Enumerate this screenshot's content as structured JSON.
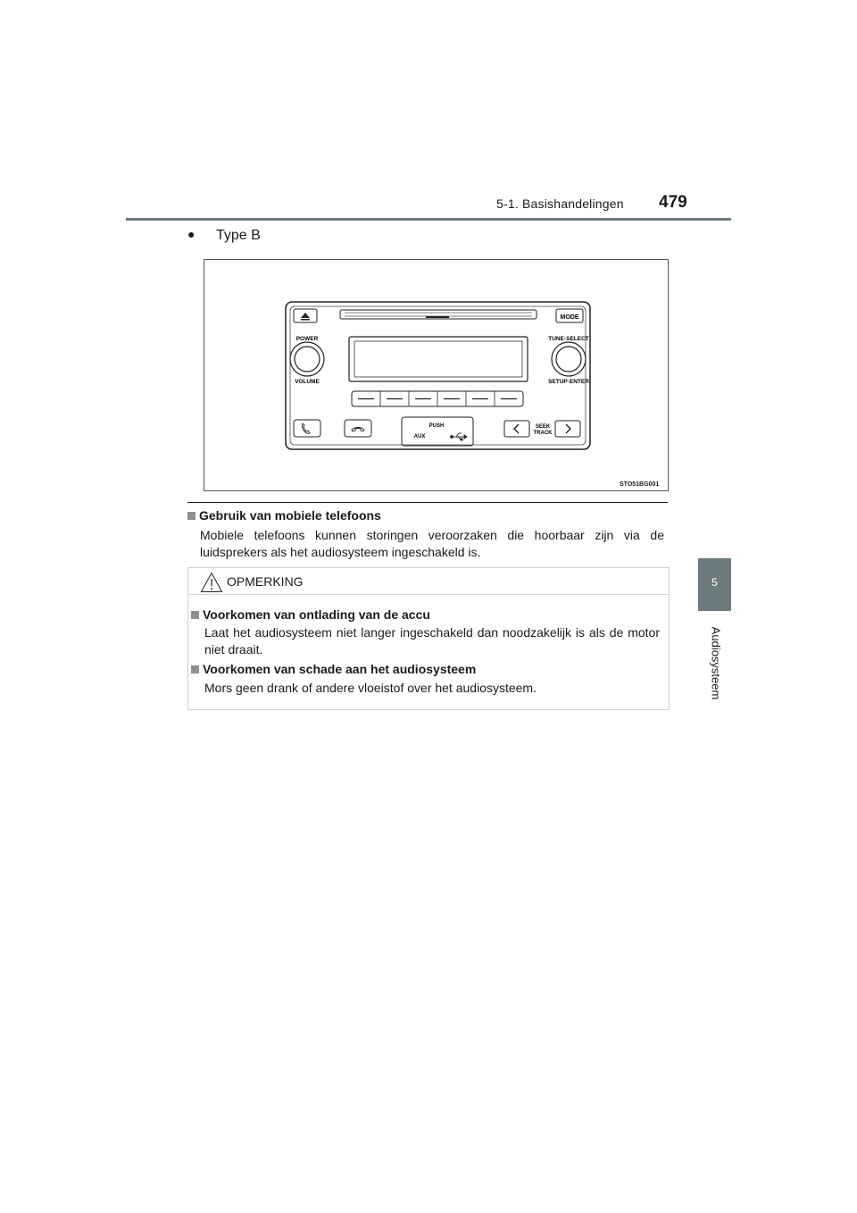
{
  "header": {
    "section_title": "5-1. Basishandelingen",
    "page_number": "479"
  },
  "side_tab": {
    "chapter_number": "5",
    "chapter_title": "Audiosysteem"
  },
  "type_block": {
    "bullet": "●",
    "label": "Type B"
  },
  "figure": {
    "id": "STO51BG001",
    "labels": {
      "power": "POWER",
      "volume": "VOLUME",
      "tune_select": "TUNE·SELECT",
      "setup_enter": "SETUP·ENTER",
      "mode": "MODE",
      "push": "PUSH",
      "aux": "AUX",
      "seek": "SEEK",
      "track": "TRACK"
    }
  },
  "sections": [
    {
      "heading": "Gebruik van mobiele telefoons",
      "body": "Mobiele telefoons kunnen storingen veroorzaken die hoorbaar zijn via de luidsprekers als het audiosysteem ingeschakeld is."
    }
  ],
  "caution": {
    "title": "OPMERKING",
    "items": [
      {
        "heading": "Voorkomen van ontlading van de accu",
        "body": "Laat het audiosysteem niet langer ingeschakeld dan noodzakelijk is als de motor niet draait."
      },
      {
        "heading": "Voorkomen van schade aan het audiosysteem",
        "body": "Mors geen drank of andere vloeistof over het audiosysteem."
      }
    ]
  },
  "colors": {
    "header_rule": "#6e7b7e",
    "tab": "#6e7b7e",
    "heading_square": "#8a8f92"
  }
}
